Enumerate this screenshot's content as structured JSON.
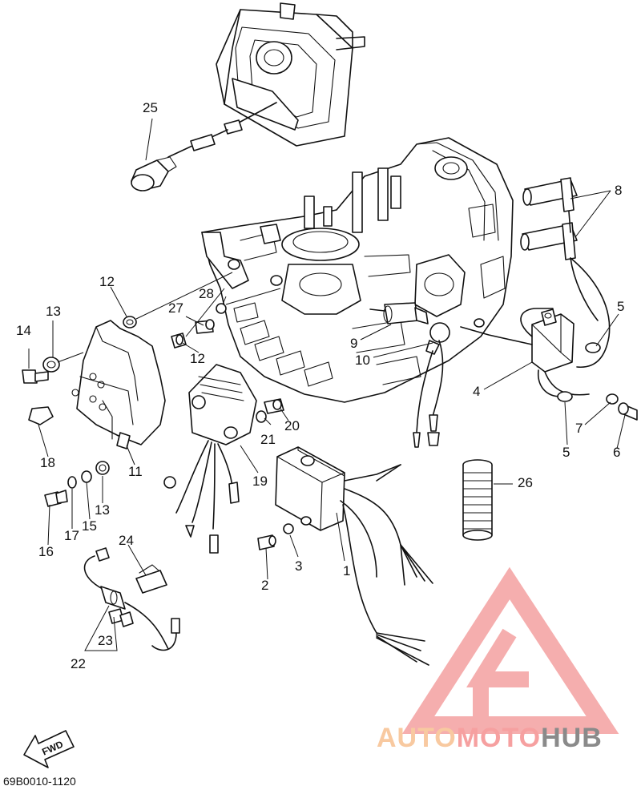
{
  "diagram_code": "69B0010-1120",
  "fwd_label": "FWD",
  "callouts": {
    "c1": "1",
    "c2": "2",
    "c3": "3",
    "c4": "4",
    "c5a": "5",
    "c5b": "5",
    "c6": "6",
    "c7": "7",
    "c8": "8",
    "c9": "9",
    "c10": "10",
    "c11": "11",
    "c12a": "12",
    "c12b": "12",
    "c13a": "13",
    "c13b": "13",
    "c14": "14",
    "c15": "15",
    "c16": "16",
    "c17": "17",
    "c18": "18",
    "c19": "19",
    "c20": "20",
    "c21": "21",
    "c22": "22",
    "c23": "23",
    "c24": "24",
    "c25": "25",
    "c26": "26",
    "c27": "27",
    "c28": "28"
  },
  "watermark": {
    "part1": "AUTO",
    "part2": "MOTO",
    "part3": "HUB",
    "color_light": "#f8c9a0",
    "color_pink": "#f6a0a0",
    "color_dark": "#8a8a8a"
  }
}
